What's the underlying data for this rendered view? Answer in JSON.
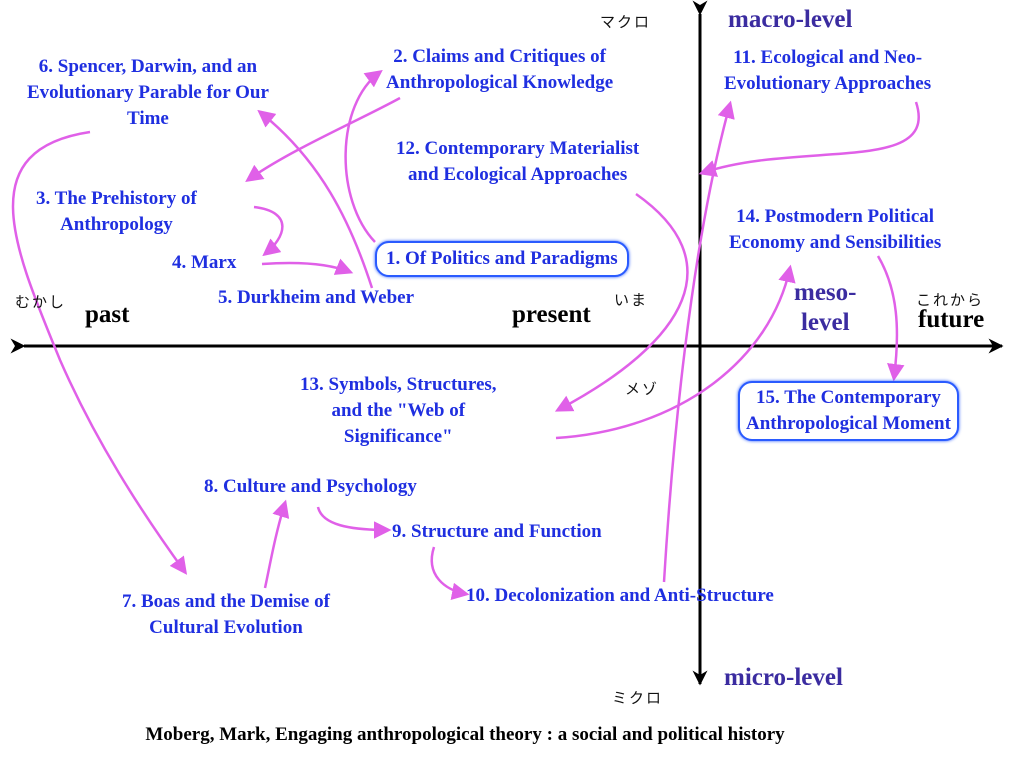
{
  "axes": {
    "past": "past",
    "present": "present",
    "future": "future",
    "past_jp": "むかし",
    "present_jp": "いま",
    "future_jp": "これから",
    "macro": "macro-level",
    "macro_jp": "マクロ",
    "meso_line1": "meso-",
    "meso_line2": "level",
    "meso_jp": "メゾ",
    "micro": "micro-level",
    "micro_jp": "ミクロ"
  },
  "nodes": {
    "n1": {
      "lines": [
        "1. Of Politics and Paradigms"
      ]
    },
    "n2": {
      "lines": [
        "2. Claims and Critiques of",
        "Anthropological Knowledge"
      ]
    },
    "n3": {
      "lines": [
        "3. The Prehistory of",
        "Anthropology"
      ]
    },
    "n4": {
      "lines": [
        "4. Marx"
      ]
    },
    "n5": {
      "lines": [
        "5. Durkheim and Weber"
      ]
    },
    "n6": {
      "lines": [
        "6. Spencer, Darwin, and an",
        "Evolutionary Parable for Our",
        "Time"
      ]
    },
    "n7": {
      "lines": [
        "7. Boas and the Demise of",
        "Cultural Evolution"
      ]
    },
    "n8": {
      "lines": [
        "8. Culture and Psychology"
      ]
    },
    "n9": {
      "lines": [
        "9. Structure and Function"
      ]
    },
    "n10": {
      "lines": [
        "10. Decolonization and Anti-Structure"
      ]
    },
    "n11": {
      "lines": [
        "11. Ecological and Neo-",
        "Evolutionary Approaches"
      ]
    },
    "n12": {
      "lines": [
        "12. Contemporary Materialist",
        "and Ecological Approaches"
      ]
    },
    "n13": {
      "lines": [
        "13. Symbols, Structures,",
        "and the \"Web of",
        "Significance\""
      ]
    },
    "n14": {
      "lines": [
        "14. Postmodern Political",
        "Economy and Sensibilities"
      ]
    },
    "n15": {
      "lines": [
        "15. The Contemporary",
        "Anthropological Moment"
      ]
    }
  },
  "colors": {
    "node_text": "#1f2fe0",
    "arrow": "#e060e8",
    "level_text": "#3b2ca0",
    "box_border": "#2a5bff"
  },
  "caption": "Moberg, Mark, Engaging anthropological theory : a social and political history"
}
